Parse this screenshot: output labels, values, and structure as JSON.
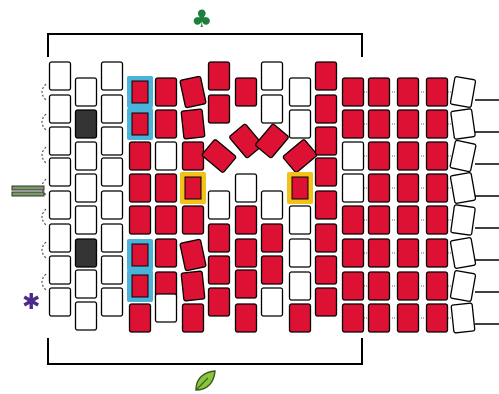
{
  "symbols": {
    "top": {
      "name": "clover-icon",
      "glyph": "♣",
      "color": "#1e7f3c"
    },
    "bottom": {
      "name": "leaf-icon",
      "color": "#8bc53f"
    },
    "left": {
      "name": "asterisk-icon",
      "glyph": "✱",
      "color": "#4b2a8a"
    }
  },
  "colors": {
    "red": "#dd1133",
    "white": "#ffffff",
    "dark": "#333333",
    "blue_highlight": "#4bb3d9",
    "yellow_highlight": "#f2c21a",
    "frame": "#000000"
  },
  "legend_of_tile_types": [
    "white",
    "red",
    "dark",
    "blue-highlighted",
    "yellow-highlighted",
    "white-tilted",
    "red-tilted"
  ]
}
